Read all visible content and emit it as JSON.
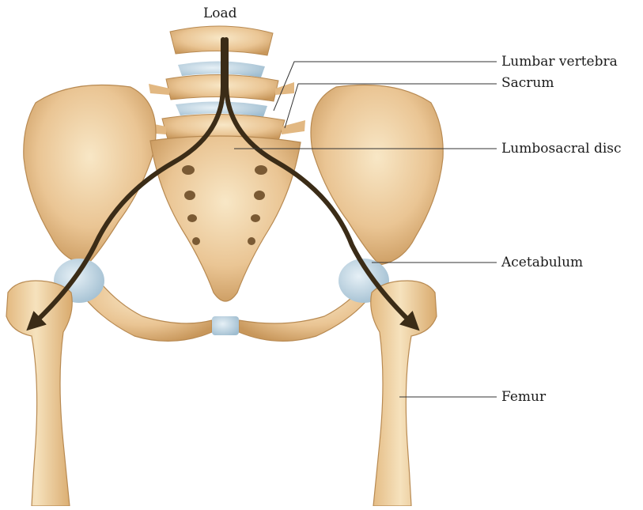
{
  "figure": {
    "top_label": "Load",
    "labels": {
      "lumbar_vertebra": "Lumbar vertebra",
      "sacrum": "Sacrum",
      "lumbosacral_disc": "Lumbosacral disc",
      "acetabulum": "Acetabulum",
      "femur": "Femur"
    }
  },
  "colors": {
    "bone": "#e9c48f",
    "bone_light": "#f6e2bd",
    "bone_shadow": "#c99a5e",
    "cartilage": "#c4d8e4",
    "arrow": "#3b2c17",
    "leader": "#333333"
  }
}
